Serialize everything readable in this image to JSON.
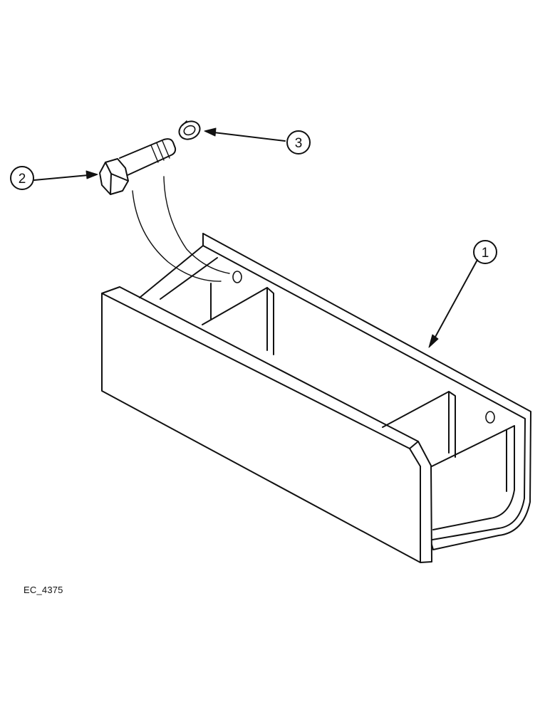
{
  "figure_id": "EC_4375",
  "callouts": [
    {
      "number": "1",
      "part": "bracket"
    },
    {
      "number": "2",
      "part": "bolt"
    },
    {
      "number": "3",
      "part": "lock-washer"
    }
  ],
  "colors": {
    "ink": "#111111",
    "paper": "#ffffff"
  }
}
